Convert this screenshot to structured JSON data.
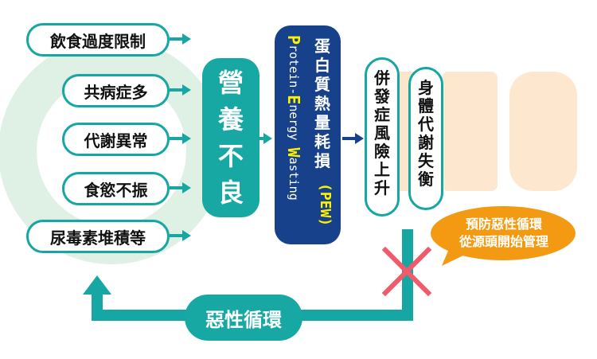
{
  "causes": [
    "飲食過度限制",
    "共病症多",
    "代謝異常",
    "食慾不振",
    "尿毒素堆積等"
  ],
  "malnutrition": "營養不良",
  "pew": {
    "title": "蛋白質熱量耗損",
    "abbr": "(PEW)",
    "english_parts": [
      "P",
      "rotein-",
      "E",
      "nergy ",
      "W",
      "asting"
    ]
  },
  "outcomes": [
    "併發症風險上升",
    "身體代謝失衡"
  ],
  "cycle_label": "惡性循環",
  "callout": {
    "line1": "預防惡性循環",
    "line2": "從源頭開始管理"
  },
  "colors": {
    "teal": "#16a6a3",
    "navy": "#17418a",
    "yellow": "#fff200",
    "orange": "#f39a12",
    "red": "#f15a6a"
  },
  "icons": [
    "arrow-right-icon",
    "cross-icon",
    "arrow-up-icon",
    "speech-bubble-icon"
  ]
}
